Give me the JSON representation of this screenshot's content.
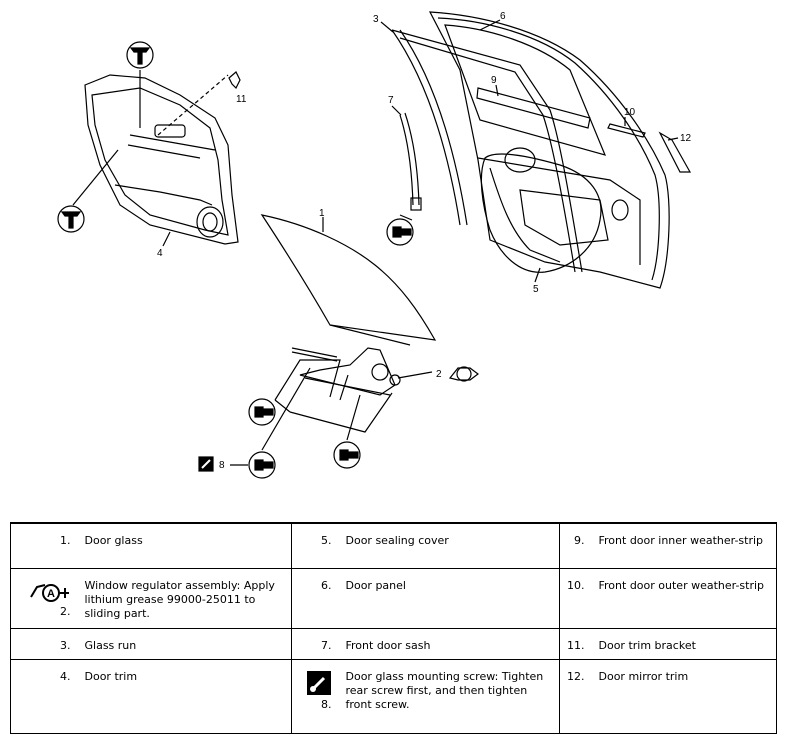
{
  "diagram": {
    "callouts": [
      "1",
      "2",
      "3",
      "4",
      "5",
      "6",
      "7",
      "8",
      "9",
      "10",
      "11",
      "12"
    ]
  },
  "legend": {
    "rows": [
      [
        {
          "num": "1.",
          "text": "Door glass"
        },
        {
          "num": "5.",
          "text": "Door sealing cover"
        },
        {
          "num": "9.",
          "text": "Front door inner weather-strip"
        }
      ],
      [
        {
          "num": "2.",
          "text": "Window regulator assembly: Apply lithium grease 99000-25011 to sliding part.",
          "icon": "grease-icon",
          "icon_letter": "A"
        },
        {
          "num": "6.",
          "text": "Door panel"
        },
        {
          "num": "10.",
          "text": "Front door outer weather-strip"
        }
      ],
      [
        {
          "num": "3.",
          "text": "Glass run"
        },
        {
          "num": "7.",
          "text": "Front door sash"
        },
        {
          "num": "11.",
          "text": "Door trim bracket"
        }
      ],
      [
        {
          "num": "4.",
          "text": "Door trim"
        },
        {
          "num": "8.",
          "text": "Door glass mounting screw: Tighten rear screw first, and then tighten front screw.",
          "icon": "tighten-icon"
        },
        {
          "num": "12.",
          "text": "Door mirror trim"
        }
      ]
    ]
  }
}
